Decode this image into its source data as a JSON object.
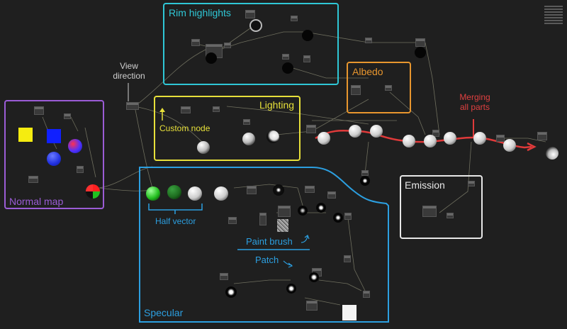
{
  "groups": {
    "rim_highlights": {
      "label": "Rim highlights",
      "color": "#2fc7d6"
    },
    "albedo": {
      "label": "Albedo",
      "color": "#e8962e"
    },
    "lighting": {
      "label": "Lighting",
      "color": "#e7e03a"
    },
    "normal_map": {
      "label": "Normal map",
      "color": "#9b5cd6"
    },
    "specular": {
      "label": "Specular",
      "color": "#2c9fe0"
    },
    "emission": {
      "label": "Emission",
      "color": "#e8e8e8"
    }
  },
  "annotations": {
    "view_direction": {
      "line1": "View",
      "line2": "direction",
      "color": "#cfcfcf"
    },
    "custom_node": {
      "label": "Custom node",
      "color": "#e7e03a"
    },
    "merging": {
      "line1": "Merging",
      "line2": "all parts",
      "color": "#e04040"
    },
    "half_vector": {
      "label": "Half vector",
      "color": "#2c9fe0"
    },
    "paint_brush": {
      "label": "Paint brush",
      "color": "#2c9fe0"
    },
    "patch": {
      "label": "Patch",
      "color": "#2c9fe0"
    }
  }
}
